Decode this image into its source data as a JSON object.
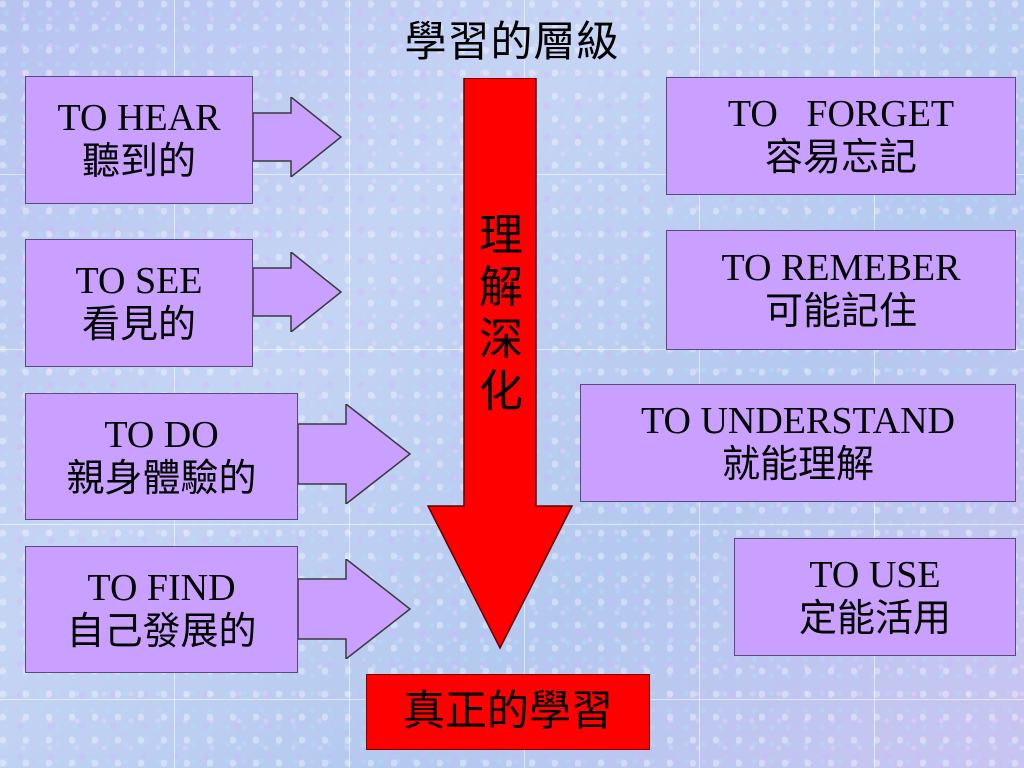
{
  "title": "學習的層級",
  "left_levels": [
    {
      "en": "TO HEAR",
      "zh": "聽到的"
    },
    {
      "en": "TO SEE",
      "zh": "看見的"
    },
    {
      "en": "TO DO",
      "zh": "親身體驗的"
    },
    {
      "en": "TO FIND",
      "zh": "自己發展的"
    }
  ],
  "right_levels": [
    {
      "en": "TO   FORGET",
      "zh": "容易忘記"
    },
    {
      "en": "TO REMEBER",
      "zh": "可能記住"
    },
    {
      "en": "TO UNDERSTAND",
      "zh": "就能理解"
    },
    {
      "en": "TO USE",
      "zh": "定能活用"
    }
  ],
  "center_arrow": {
    "label_chars": [
      "理",
      "解",
      "深",
      "化"
    ]
  },
  "result": "真正的學習",
  "colors": {
    "box_fill": "#c9a0ff",
    "small_arrow_fill": "#c9a0ff",
    "center_arrow_fill": "#ff0000",
    "result_fill": "#ff0000"
  }
}
